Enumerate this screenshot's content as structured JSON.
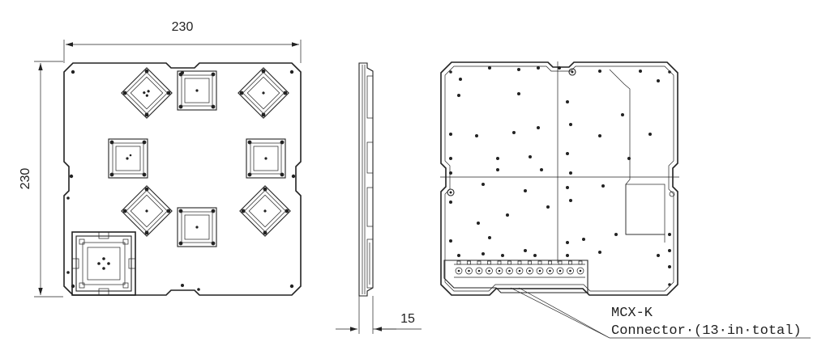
{
  "dimensions": {
    "width_label": "230",
    "height_label": "230",
    "thickness_label": "15"
  },
  "callout": {
    "line1": "MCX-K",
    "line2": "Connector·(13·in·total)"
  },
  "connector_count": 13
}
